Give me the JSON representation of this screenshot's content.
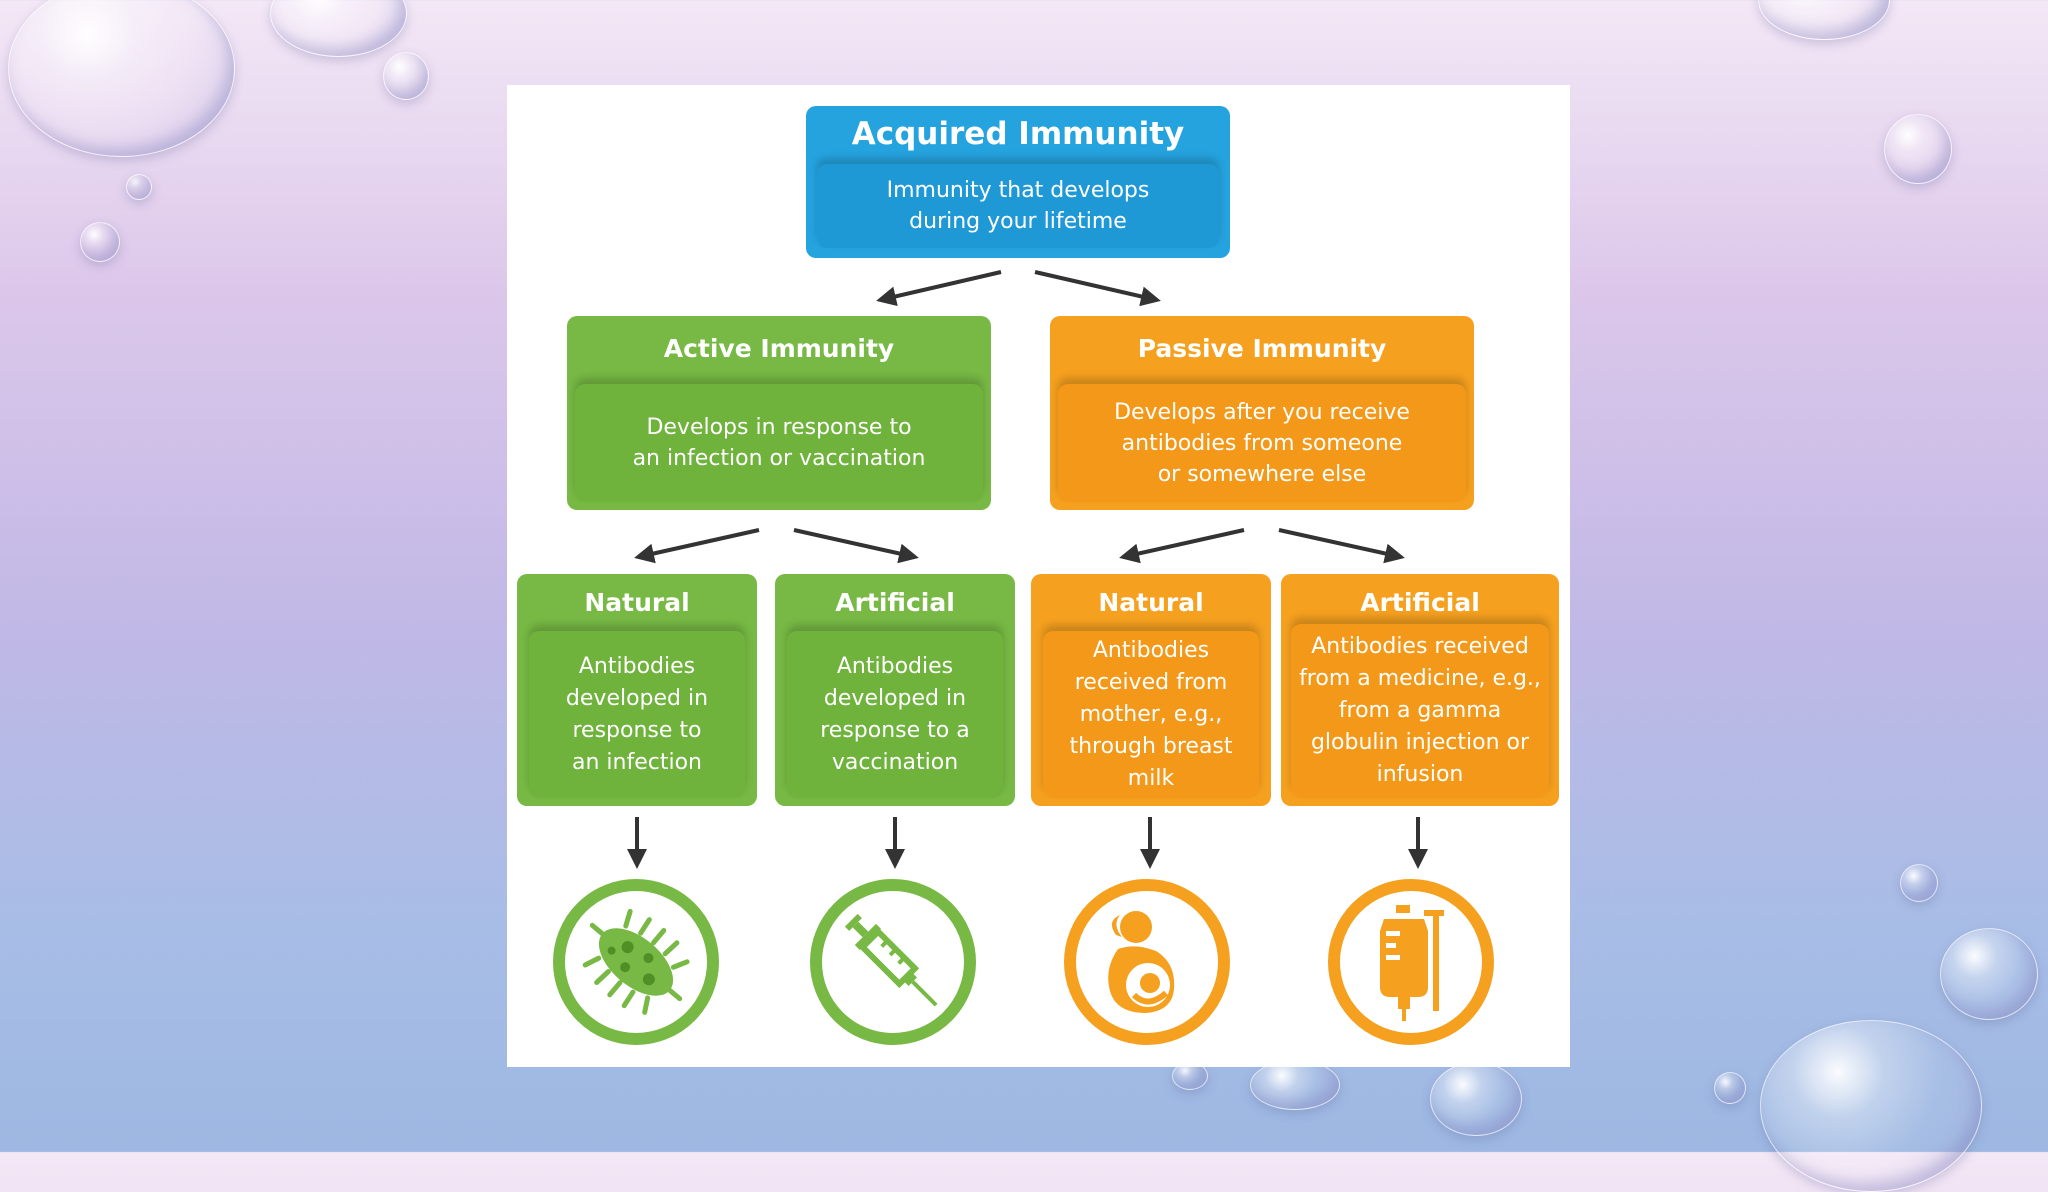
{
  "diagram": {
    "root": {
      "title": "Acquired Immunity",
      "description": "Immunity that develops during your lifetime"
    },
    "branches": [
      {
        "key": "active",
        "title": "Active Immunity",
        "description": "Develops in response to an infection or vaccination",
        "color": "#77b944",
        "children": [
          {
            "title": "Natural",
            "description": "Antibodies developed in response to an infection",
            "icon": "bacteria-icon"
          },
          {
            "title": "Artificial",
            "description": "Antibodies developed in response to a vaccination",
            "icon": "syringe-icon"
          }
        ]
      },
      {
        "key": "passive",
        "title": "Passive Immunity",
        "description": "Develops after you receive antibodies from someone or somewhere else",
        "color": "#f5a01f",
        "children": [
          {
            "title": "Natural",
            "description": "Antibodies received from mother, e.g., through breast milk",
            "icon": "breastfeeding-mother-icon"
          },
          {
            "title": "Artificial",
            "description": "Antibodies received from a medicine, e.g., from a gamma globulin injection or infusion",
            "icon": "iv-bag-icon"
          }
        ]
      }
    ],
    "colors": {
      "root": "#25a3df",
      "active": "#77b944",
      "passive": "#f5a01f",
      "arrow": "#333333"
    }
  }
}
